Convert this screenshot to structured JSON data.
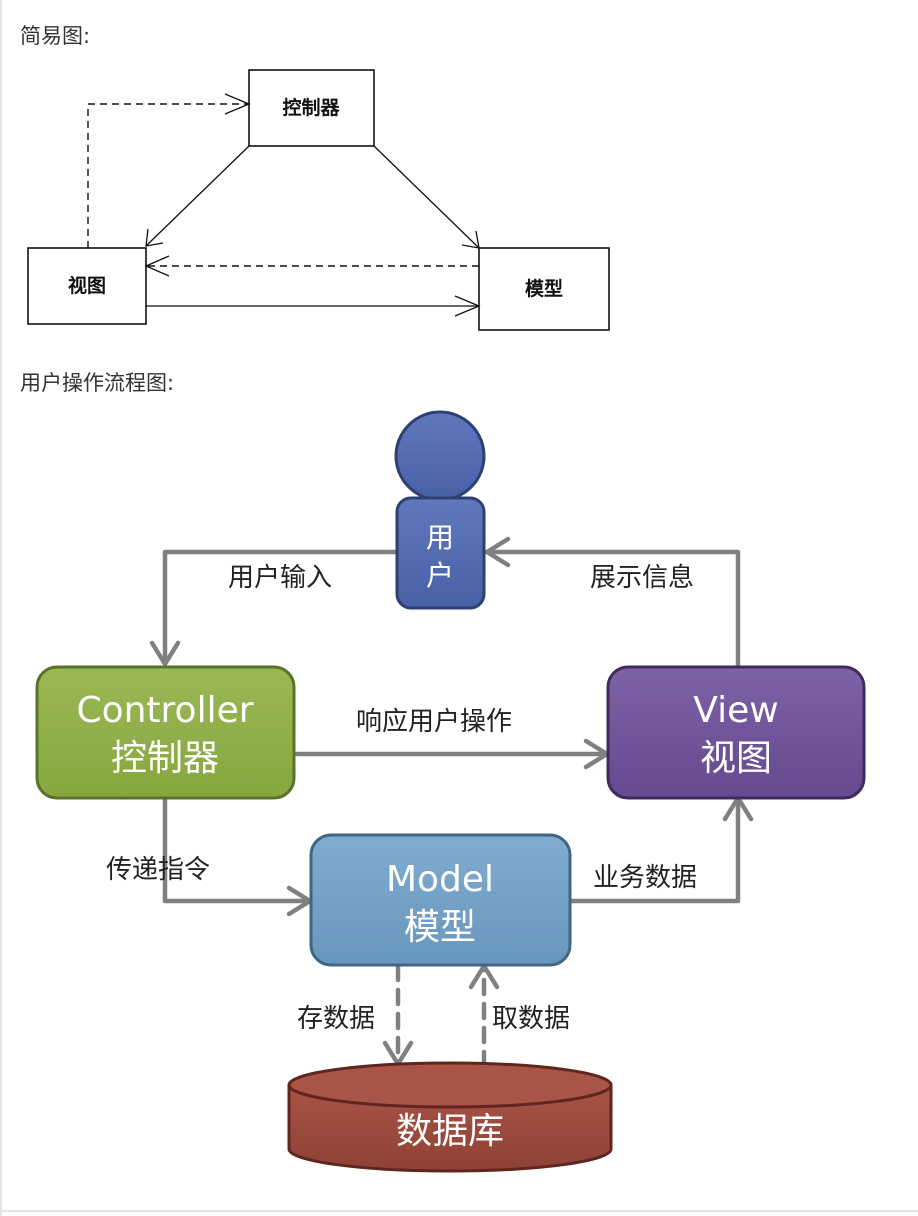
{
  "simple_diagram": {
    "heading": "简易图:",
    "controller": "控制器",
    "view": "视图",
    "model": "模型"
  },
  "flow_diagram": {
    "heading": "用户操作流程图:",
    "user": [
      "用",
      "户"
    ],
    "controller": [
      "Controller",
      "控制器"
    ],
    "view": [
      "View",
      "视图"
    ],
    "model": [
      "Model",
      "模型"
    ],
    "database": "数据库",
    "edges": {
      "user_input": "用户输入",
      "show_info": "展示信息",
      "respond_action": "响应用户操作",
      "pass_command": "传递指令",
      "business_data": "业务数据",
      "store_data": "存数据",
      "fetch_data": "取数据"
    },
    "colors": {
      "user": "#4a62a8",
      "controller": "#8aaa44",
      "view": "#6a4f93",
      "model": "#6d9cc1",
      "database": "#9b4a3f",
      "connector": "#808080"
    }
  }
}
